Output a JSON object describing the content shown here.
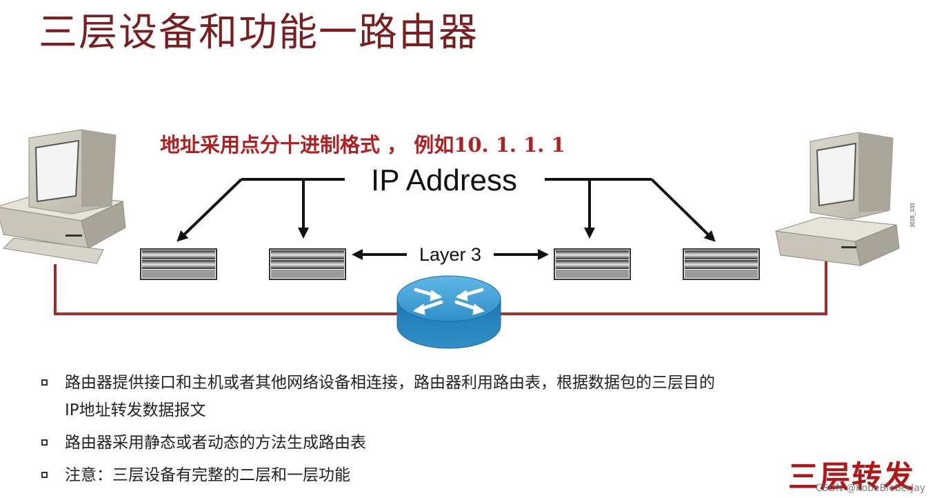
{
  "title": "三层设备和功能一路由器",
  "diagram": {
    "note": "地址采用点分十进制格式 ， 例如10. 1. 1. 1",
    "ip_label": "IP Address",
    "layer_label": "Layer 3",
    "figure_code": "3018_333",
    "colors": {
      "cable": "#a52a2a",
      "note": "#b21f1f",
      "router": "#2f8fc7"
    }
  },
  "bullets": [
    {
      "text": "路由器提供接口和主机或者其他网络设备相连接，路由器利用路由表，根据数据包的三层目的",
      "text2": "IP地址转发数据报文"
    },
    {
      "text": "路由器采用静态或者动态的方法生成路由表"
    },
    {
      "text": "注意：三层设备有完整的二层和一层功能"
    }
  ],
  "stamp": "三层转发",
  "watermark": "CSDN @KobeBieberJay"
}
